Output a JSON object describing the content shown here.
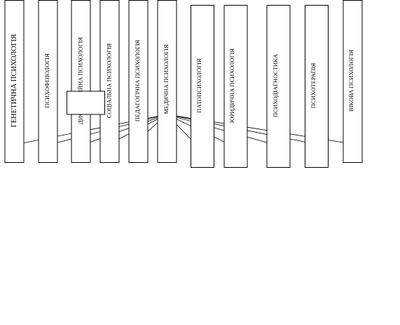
{
  "boxes": [
    {
      "id": "genetic",
      "label": "ГЕНЕТИЧНА ПСИХОЛОГІЯ"
    },
    {
      "id": "psychophysiology",
      "label": "ПСИХОФІЗІОЛОГІЯ"
    },
    {
      "id": "differential",
      "label": "ДИФЕРЕНЦІЙНА ПСИХОЛОГІЯ"
    },
    {
      "id": "social",
      "label": "СОЦІАЛЬНА ПСИХОЛОГІЯ"
    },
    {
      "id": "pedagogical",
      "label": "ПЕДАГОГІЧНА ПСИХОЛОГІЯ"
    },
    {
      "id": "medical",
      "label": "МЕДИЧНА ПСИХОЛОГІЯ"
    },
    {
      "id": "pathopsychology",
      "label": "ПАТОПСИХОЛОГІЯ"
    },
    {
      "id": "legal",
      "label": "ЮРИДИЧНА ПСИХОЛОГІЯ"
    },
    {
      "id": "psychodiagnostics",
      "label": "ПСИХОДІАГНОСТИКА"
    },
    {
      "id": "psychotherapy",
      "label": "ПСИХОТЕРАПІЯ"
    },
    {
      "id": "age",
      "label": "ВІКОВА ПСИХОЛОГІЯ"
    }
  ],
  "center_box": {
    "label": ""
  }
}
